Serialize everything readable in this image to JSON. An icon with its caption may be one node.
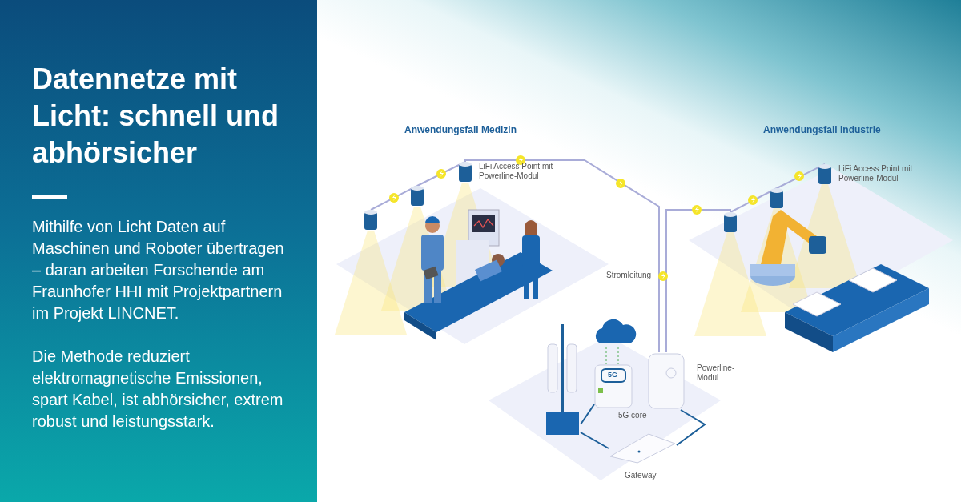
{
  "diagram": {
    "title": "Datennetze mit Licht: schnell und abhörsicher",
    "nodes": [
      {
        "text": [],
        "shape": "cylinder"
      },
      {
        "text": [],
        "shape": "cylinder"
      },
      {
        "text": [
          "LiFi Access Point mit Powerline-Modul"
        ]
      },
      {
        "text": [],
        "shape": "cylinder"
      },
      {
        "text": [],
        "shape": "cylinder"
      },
      {
        "text": [
          "LiFi Access Point mit Powerline-Modul"
        ]
      },
      {
        "text": [
          "Powerline-Modul"
        ]
      },
      {
        "text": [
          "5G",
          "5G core"
        ]
      },
      {
        "text": [
          "Gateway"
        ]
      },
      {
        "text": [],
        "shape": "picture"
      },
      {
        "text": [],
        "shape": "cloud"
      }
    ],
    "edges": [
      {
        "from": 0,
        "to": 1,
        "arrow": "none"
      },
      {
        "from": 1,
        "to": 2,
        "arrow": "none"
      },
      {
        "from": 2,
        "to": 6,
        "arrow": "none",
        "label": "Stromleitung"
      },
      {
        "from": 3,
        "to": 6,
        "arrow": "none"
      },
      {
        "from": 3,
        "to": 4,
        "arrow": "none"
      },
      {
        "from": 4,
        "to": 5,
        "arrow": "none"
      },
      {
        "from": 9,
        "to": 7,
        "arrow": "none",
        "color": "#1d5f99"
      },
      {
        "from": 9,
        "to": 8,
        "arrow": "none",
        "color": "#1d5f99"
      },
      {
        "from": 6,
        "to": 8,
        "arrow": "none",
        "color": "#1d5f99"
      },
      {
        "from": 10,
        "to": 7,
        "arrow": "none",
        "style": "dashed",
        "color": "#9fcfa8"
      }
    ],
    "labels": [
      "Mithilfe von Licht Daten auf Maschinen und Roboter übertragen – daran arbeiten Forschende am Fraunhofer HHI mit Projektpartnern im Projekt LINCNET.",
      "Die Methode reduziert elektromagnetische Emissionen, spart Kabel, ist abhörsicher, extrem robust und leistungsstark.",
      "Anwendungsfall Medizin",
      "Anwendungsfall Industrie"
    ]
  }
}
